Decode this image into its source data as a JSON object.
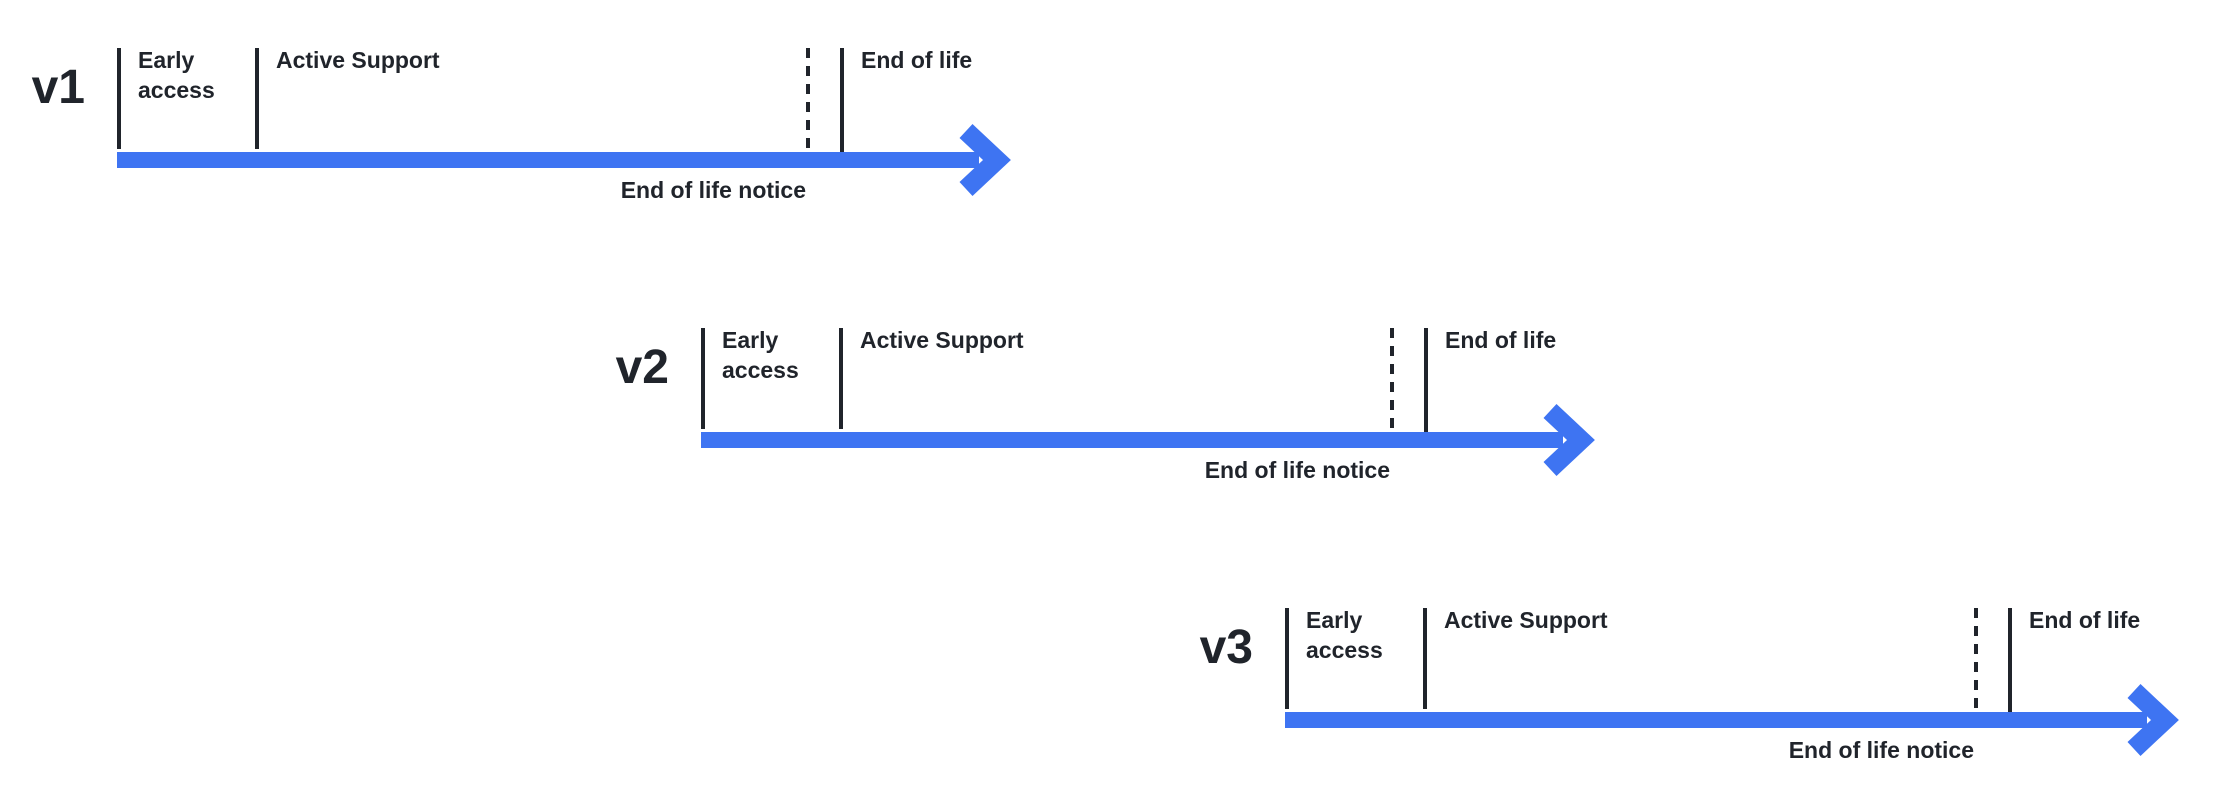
{
  "diagram": {
    "background": "#ffffff",
    "accent_blue": "#3E74F2",
    "ink": "#20242B"
  },
  "timelines": [
    {
      "version": "v1",
      "early_access": "Early\naccess",
      "active_support": "Active Support",
      "end_of_life": "End of life",
      "eol_notice": "End of life notice"
    },
    {
      "version": "v2",
      "early_access": "Early\naccess",
      "active_support": "Active Support",
      "end_of_life": "End of life",
      "eol_notice": "End of life notice"
    },
    {
      "version": "v3",
      "early_access": "Early\naccess",
      "active_support": "Active Support",
      "end_of_life": "End of life",
      "eol_notice": "End of life notice"
    }
  ]
}
